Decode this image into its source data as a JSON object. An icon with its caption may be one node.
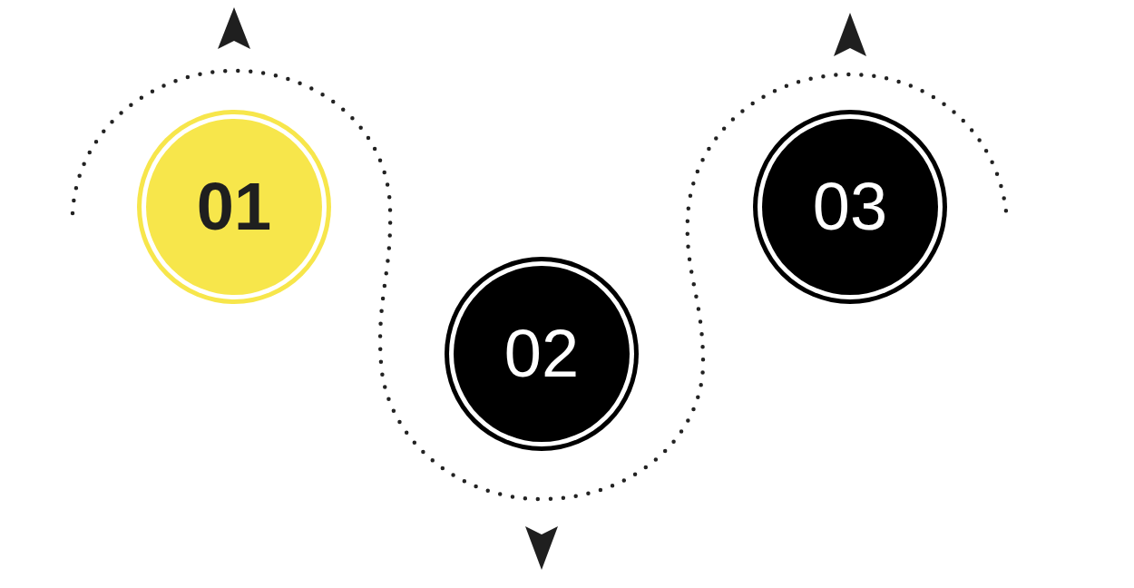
{
  "diagram": {
    "nodes": [
      {
        "text": [
          "01"
        ]
      },
      {
        "text": [
          "02"
        ]
      },
      {
        "text": [
          "03"
        ]
      }
    ]
  }
}
